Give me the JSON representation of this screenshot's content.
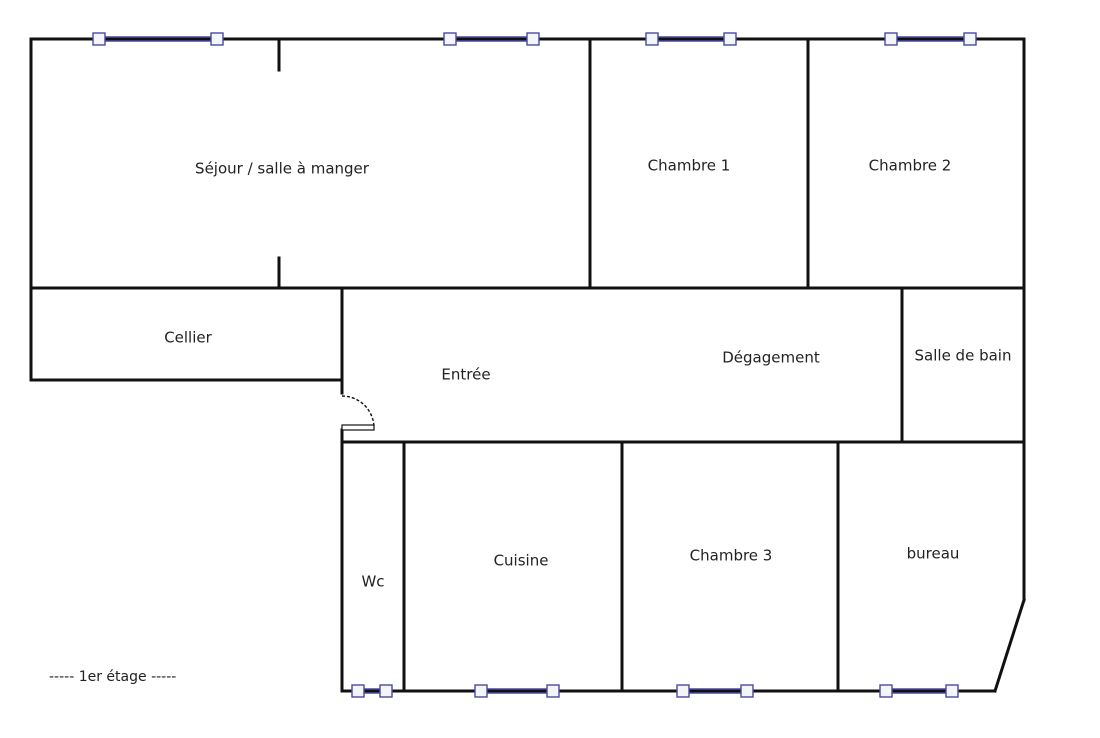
{
  "plan": {
    "floor_label": "-----  1er étage  -----",
    "accent_color": "#4a4aa0",
    "wall_color": "#111111",
    "rooms": {
      "sejour": "Séjour / salle à manger",
      "chambre1": "Chambre 1",
      "chambre2": "Chambre 2",
      "cellier": "Cellier",
      "entree": "Entrée",
      "degagement": "Dégagement",
      "salle_de_bain": "Salle de bain",
      "wc": "Wc",
      "cuisine": "Cuisine",
      "chambre3": "Chambre 3",
      "bureau": "bureau"
    }
  }
}
